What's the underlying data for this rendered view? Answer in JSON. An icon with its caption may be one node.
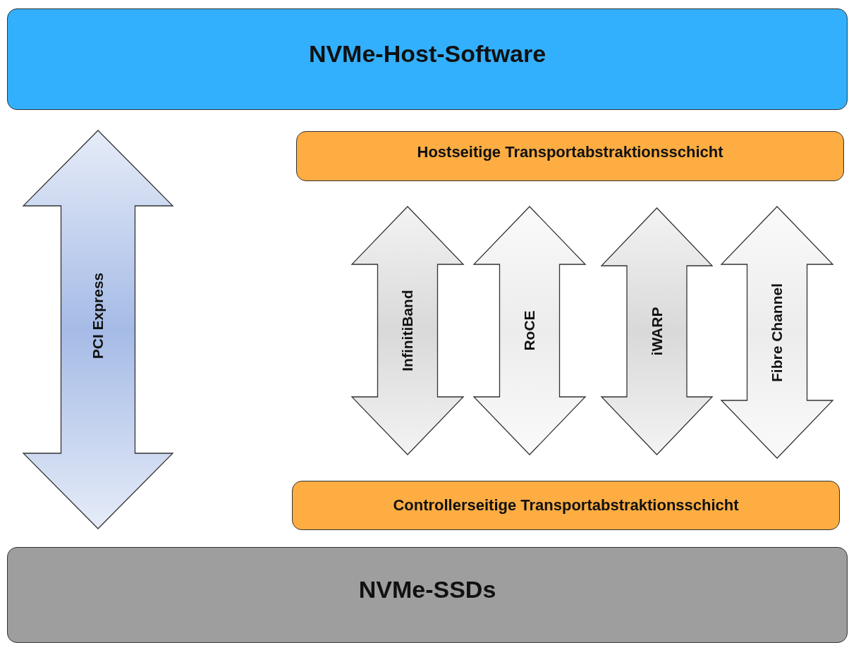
{
  "diagram": {
    "nodes": [
      {
        "text": [
          "NVMe-Host-Software"
        ]
      },
      {
        "text": [
          "PCI Express"
        ]
      },
      {
        "text": [
          "Hostseitige Transportabstraktionsschicht"
        ]
      },
      {
        "text": [
          "InfinitiBand"
        ]
      },
      {
        "text": [
          "RoCE"
        ]
      },
      {
        "text": [
          "iWARP"
        ]
      },
      {
        "text": [
          "Fibre Channel"
        ]
      },
      {
        "text": [
          "Controllerseitige Transportabstraktionsschicht"
        ]
      },
      {
        "text": [
          "NVMe-SSDs"
        ]
      }
    ]
  }
}
